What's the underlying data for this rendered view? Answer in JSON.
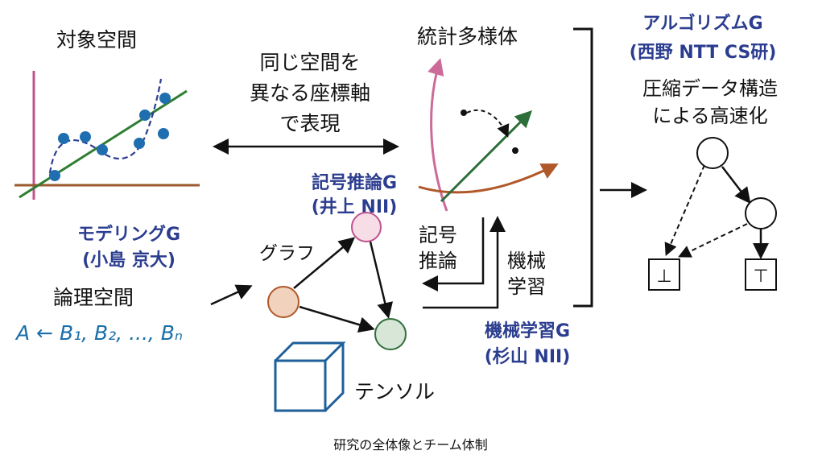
{
  "labels": {
    "object_space": "対象空間",
    "center_line1": "同じ空間を",
    "center_line2": "異なる座標軸",
    "center_line3": "で表現",
    "manifold": "統計多様体",
    "modeling_group_line1": "モデリングG",
    "modeling_group_line2": "(小島  京大)",
    "logic_space": "論理空間",
    "formula": "A ← B₁, B₂, ..., Bₙ",
    "symbolic_group_line1": "記号推論G",
    "symbolic_group_line2": "(井上  NII)",
    "graph": "グラフ",
    "tensor": "テンソル",
    "symbolic_inference_line1": "記号",
    "symbolic_inference_line2": "推論",
    "ml_line1": "機械",
    "ml_line2": "学習",
    "ml_group_line1": "機械学習G",
    "ml_group_line2": "(杉山  NII)",
    "algo_group_line1": "アルゴリズムG",
    "algo_group_line2": "(西野  NTT CS研)",
    "compressed_line1": "圧縮データ構造",
    "compressed_line2": "による高速化",
    "bottom_symbol": "⊥",
    "top_symbol": "⊤",
    "caption": "研究の全体像とチーム体制"
  },
  "colors": {
    "text": "#111111",
    "group_label": "#2b3d8f",
    "formula": "#1a6fa8",
    "axis_y": "#c2528f",
    "axis_x": "#9a5a2e",
    "regression_line": "#2e7d32",
    "scatter_point": "#1f6fb0",
    "curve": "#2b3d8f",
    "manifold_pink": "#cc6b9a",
    "manifold_brown": "#b0582a",
    "manifold_green": "#2e6e3a",
    "node_pink_fill": "#f6dde6",
    "node_pink_stroke": "#c2528f",
    "node_orange_fill": "#f0d2bd",
    "node_orange_stroke": "#b0582a",
    "node_green_fill": "#d8e6d8",
    "node_green_stroke": "#2e6e3a",
    "tensor_stroke": "#1f5f9a"
  }
}
